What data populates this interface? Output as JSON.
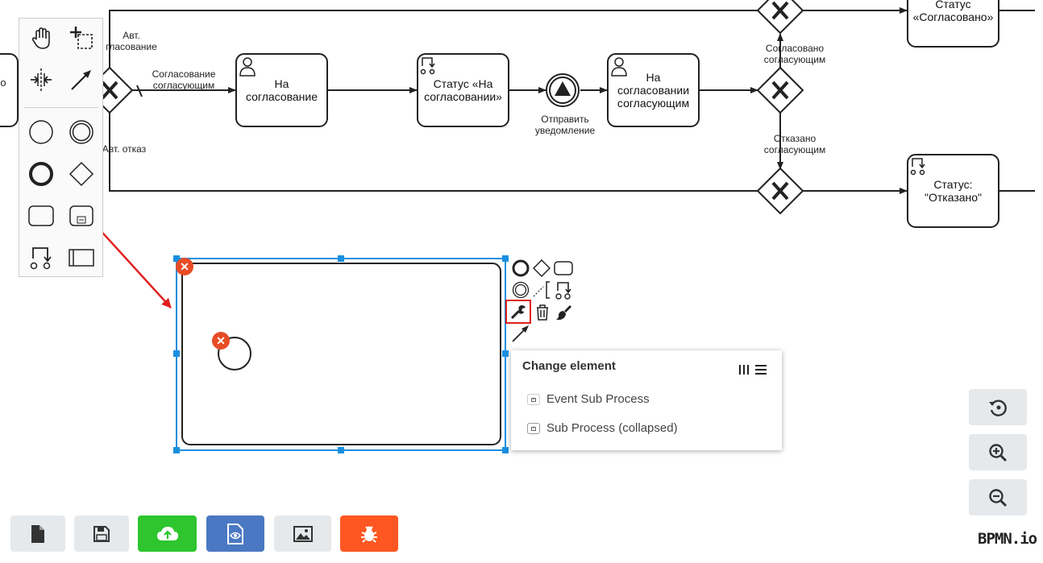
{
  "diagram": {
    "labels": {
      "auto_approval": "Авт.\nгласование",
      "approval_by_approver": "Согласование\nсогласующим",
      "auto_reject": "Авт. отказ",
      "send_notification": "Отправить\nуведомление",
      "approved_by_approver": "Согласовано\nсогласующим",
      "rejected_by_approver": "Отказано\nсогласующим"
    },
    "tasks": {
      "on_approval": "На\nсогласование",
      "status_on_approval": "Статус «На\nсогласовании»",
      "on_approval_by_approver": "На\nсогласовании\nсогласующим",
      "status_approved": "Статус\n«Согласовано»",
      "status_rejected": "Статус:\n\"Отказано\""
    },
    "left_partial_text": "о"
  },
  "popup": {
    "title": "Change element",
    "entries": [
      {
        "label": "Event Sub Process",
        "highlighted": true
      },
      {
        "label": "Sub Process (collapsed)",
        "highlighted": false
      }
    ]
  },
  "branding": {
    "logo": "BPMN.io"
  },
  "colors": {
    "selection": "#1a8fe0",
    "delete": "#e74c25",
    "highlight_red": "#e01f1f",
    "green_button": "#2ec52e",
    "blue_button": "#4a78c2",
    "orange_button": "#ff5722"
  },
  "icons": {
    "bottom_toolbar": [
      "new-file-icon",
      "save-icon",
      "cloud-upload-icon",
      "view-xml-icon",
      "export-image-icon",
      "bug-icon"
    ],
    "zoom_controls": [
      "reset-zoom-icon",
      "zoom-in-icon",
      "zoom-out-icon"
    ]
  }
}
